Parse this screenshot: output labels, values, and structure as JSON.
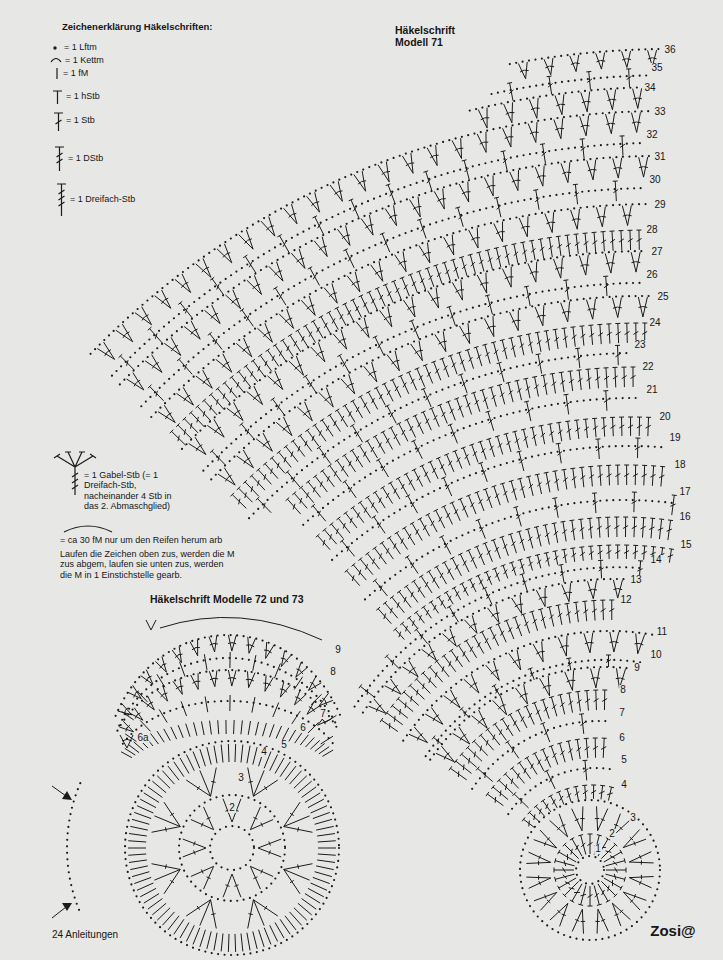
{
  "diagram": {
    "labels": [
      "Zeichenerklärung Häkelschriften:",
      "Häkelschrift Modell 71",
      "Laufen die Zeichen oben zus, werden die M zus abgem, laufen sie unten zus, werden die M in 1 Einstichstelle gearb.",
      "Häkelschrift Modelle 72 und 73",
      "36",
      "35",
      "34",
      "33",
      "32",
      "31",
      "30",
      "29",
      "28",
      "27",
      "26",
      "25",
      "24",
      "23",
      "22",
      "21",
      "20",
      "19",
      "18",
      "17",
      "16",
      "15",
      "14",
      "13",
      "12",
      "11",
      "10",
      "9",
      "8",
      "7",
      "6",
      "5",
      "4",
      "3",
      "2",
      "1",
      "9",
      "8",
      "7",
      "6a",
      "6",
      "5",
      "4",
      "3",
      "2",
      "24 Anleitungen",
      "Zosi@"
    ],
    "legend": [
      {
        "text": "= 1 Lftm"
      },
      {
        "text": "= 1 Kettm"
      },
      {
        "text": "= 1 fM"
      },
      {
        "text": "= 1 hStb"
      },
      {
        "text": "= 1 Stb"
      },
      {
        "text": "= 1 DStb"
      },
      {
        "text": "= 1 Dreifach-Stb"
      },
      {
        "text": "= 1 Gabel-Stb (= 1 Dreifach-Stb, nacheinander 4 Stb in das 2. Abmaschglied)"
      },
      {
        "text": "= ca 30 fM nur um den Reifen herum arb"
      }
    ]
  }
}
